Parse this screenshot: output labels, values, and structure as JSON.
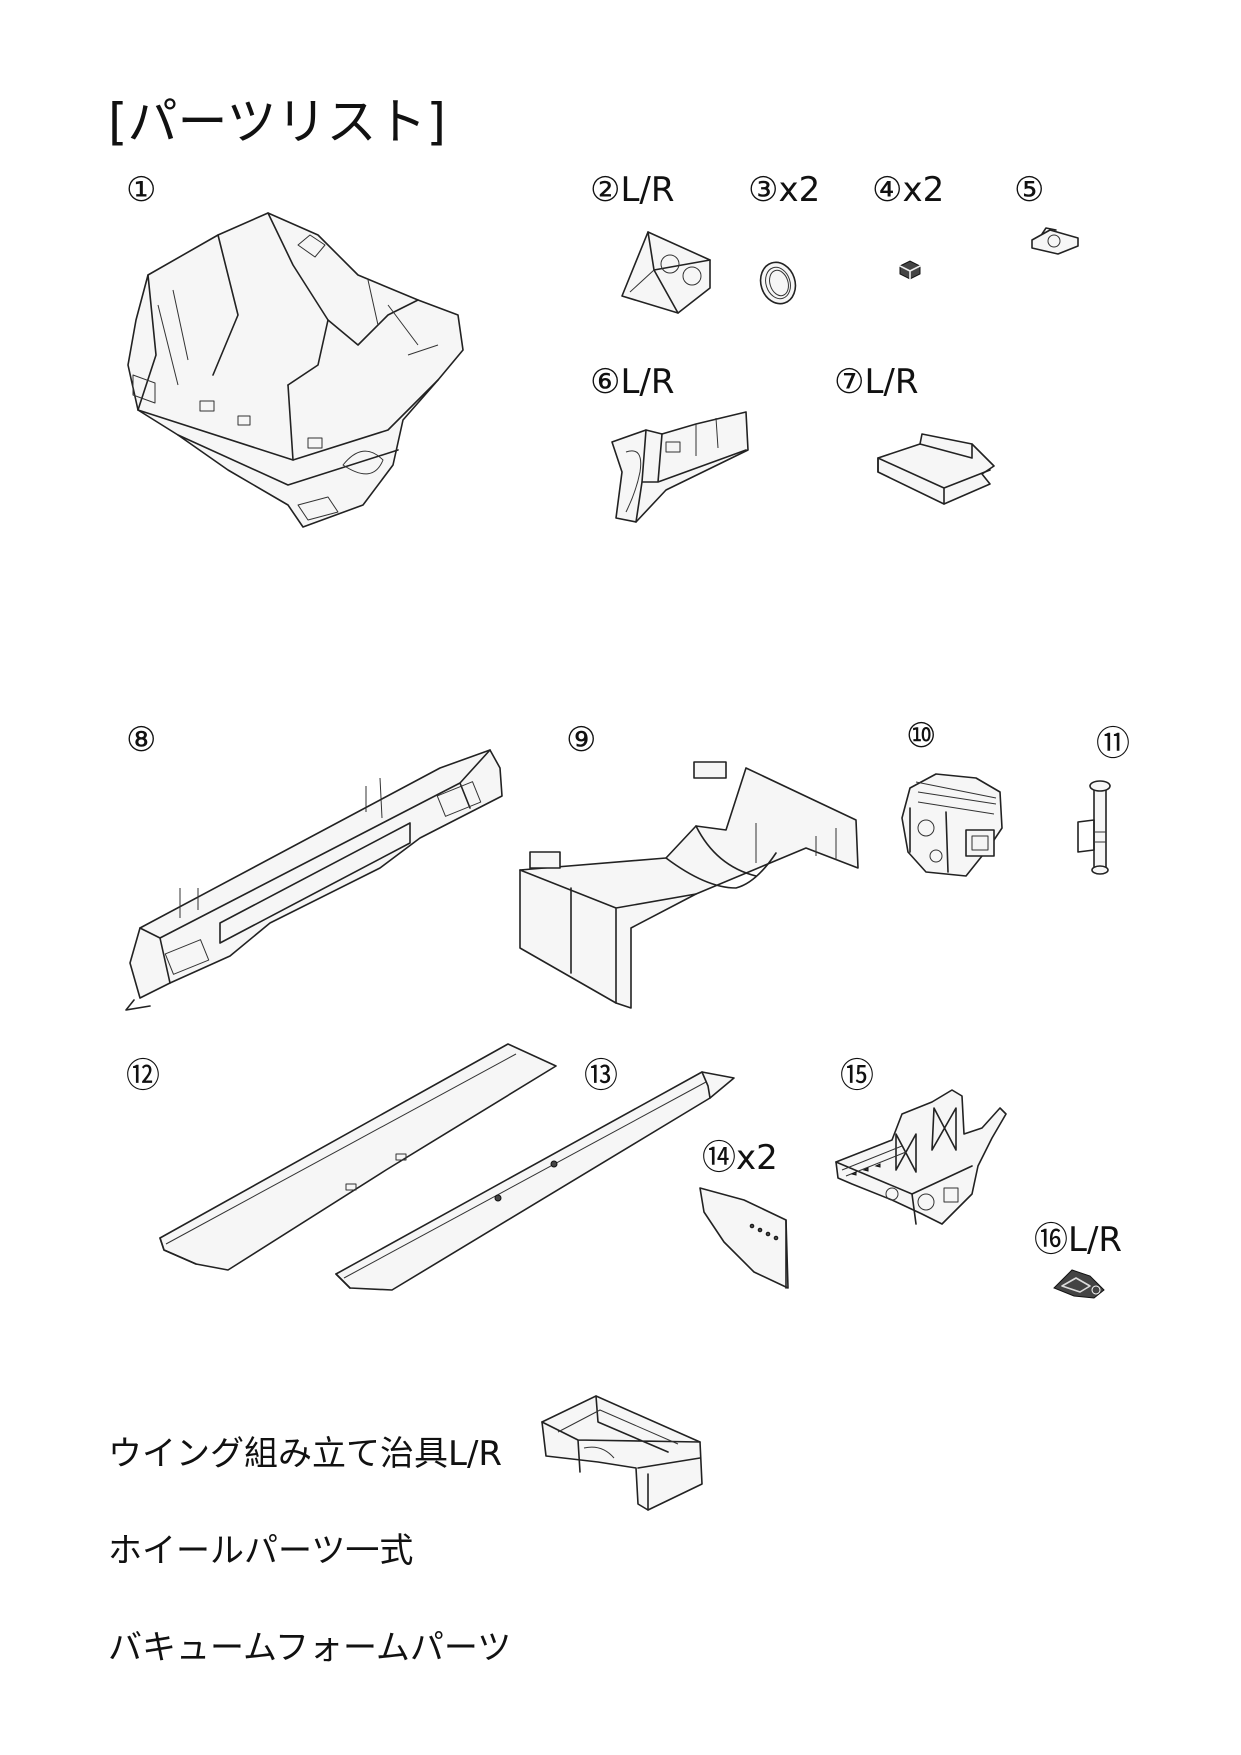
{
  "title": "[パーツリスト]",
  "parts": [
    {
      "label": "①"
    },
    {
      "label": "②L/R"
    },
    {
      "label": "③x2"
    },
    {
      "label": "④x2"
    },
    {
      "label": "⑤"
    },
    {
      "label": "⑥L/R"
    },
    {
      "label": "⑦L/R"
    },
    {
      "label": "⑧"
    },
    {
      "label": "⑨"
    },
    {
      "label": "⑩"
    },
    {
      "label": "⑪"
    },
    {
      "label": "⑫"
    },
    {
      "label": "⑬"
    },
    {
      "label": "⑭x2"
    },
    {
      "label": "⑮"
    },
    {
      "label": "⑯L/R"
    }
  ],
  "notes": [
    "ウイング組み立て治具L/R",
    "ホイールパーツ一式",
    "バキュームフォームパーツ"
  ]
}
